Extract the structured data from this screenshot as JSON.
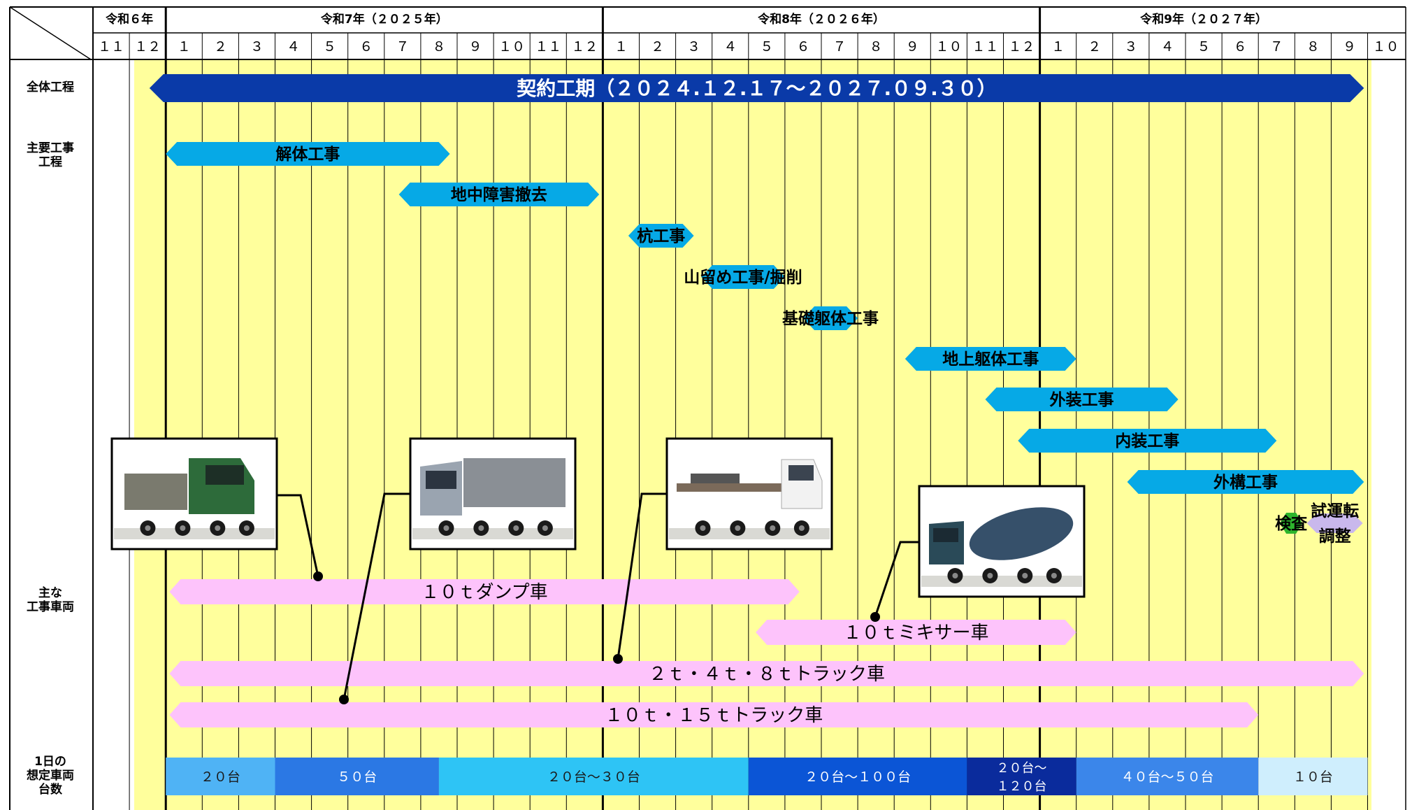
{
  "eras": [
    {
      "label": "令和６年",
      "from": 0,
      "to": 2
    },
    {
      "label": "令和7年（２０２５年）",
      "from": 2,
      "to": 14
    },
    {
      "label": "令和8年（２０２６年）",
      "from": 14,
      "to": 26
    },
    {
      "label": "令和9年（２０２７年）",
      "from": 26,
      "to": 35
    }
  ],
  "months": [
    "１１",
    "１２",
    "１",
    "２",
    "３",
    "４",
    "５",
    "６",
    "７",
    "８",
    "９",
    "１０",
    "１１",
    "１２",
    "１",
    "２",
    "３",
    "４",
    "５",
    "６",
    "７",
    "８",
    "９",
    "１０",
    "１１",
    "１２",
    "１",
    "２",
    "３",
    "４",
    "５",
    "６",
    "７",
    "８",
    "９",
    "１０"
  ],
  "row_labels": {
    "overall": "全体工程",
    "main_work": [
      "主要工事",
      "工程"
    ],
    "vehicles": [
      "主な",
      "工事車両"
    ],
    "daily": [
      "1日の",
      "想定車両",
      "台数"
    ]
  },
  "contract": {
    "label": "契約工期（２０２４.１２.１７～２０２７.０９.３０）",
    "start": 1.55,
    "end": 34.9
  },
  "tasks": [
    {
      "label": "解体工事",
      "start": 2.0,
      "end": 9.8
    },
    {
      "label": "地中障害撤去",
      "start": 8.4,
      "end": 13.9
    },
    {
      "label": "杭工事",
      "start": 14.7,
      "end": 16.5
    },
    {
      "label": "山留め工事/掘削",
      "start": 16.7,
      "end": 19.0
    },
    {
      "label": "基礎躯体工事",
      "start": 19.5,
      "end": 21.0
    },
    {
      "label": "地上躯体工事",
      "start": 22.3,
      "end": 27.0
    },
    {
      "label": "外装工事",
      "start": 24.5,
      "end": 29.8
    },
    {
      "label": "内装工事",
      "start": 25.4,
      "end": 32.5
    },
    {
      "label": "外構工事",
      "start": 28.4,
      "end": 34.9
    }
  ],
  "milestones": [
    {
      "label": "検査",
      "month": 32.9
    },
    {
      "label_lines": [
        "試運転",
        "調整"
      ],
      "month": 34.1
    }
  ],
  "vehicles": [
    {
      "label": "１０ｔダンプ車",
      "start": 2.1,
      "end": 19.4
    },
    {
      "label": "１０ｔミキサー車",
      "start": 18.2,
      "end": 27.0
    },
    {
      "label": "２ｔ・４ｔ・８ｔトラック車",
      "start": 2.1,
      "end": 34.9
    },
    {
      "label": "１０ｔ・１５ｔトラック車",
      "start": 2.1,
      "end": 32.0
    }
  ],
  "truck_photos": [
    {
      "name": "dump-truck-photo"
    },
    {
      "name": "long-trailer-truck-photo"
    },
    {
      "name": "flatbed-truck-photo"
    },
    {
      "name": "mixer-truck-photo"
    }
  ],
  "daily_counts": [
    {
      "label": [
        "２０台"
      ],
      "start": 2.0,
      "end": 5.0,
      "color": "#4fb3f5"
    },
    {
      "label": [
        "５０台"
      ],
      "start": 5.0,
      "end": 9.5,
      "color": "#2b78e4"
    },
    {
      "label": [
        "２０台～３０台"
      ],
      "start": 9.5,
      "end": 18.0,
      "color": "#2ec4f5"
    },
    {
      "label": [
        "２０台～１００台"
      ],
      "start": 18.0,
      "end": 24.0,
      "color": "#0b55d6"
    },
    {
      "label": [
        "２０台～",
        "１２０台"
      ],
      "start": 24.0,
      "end": 27.0,
      "color": "#0a2b9c"
    },
    {
      "label": [
        "４０台～５０台"
      ],
      "start": 27.0,
      "end": 32.0,
      "color": "#3b86ea"
    },
    {
      "label": [
        "１０台"
      ],
      "start": 32.0,
      "end": 35.0,
      "color": "#cfeefd"
    }
  ],
  "colors": {
    "grid_fill": "#ffff9c",
    "contract_bar": "#0a3aa8",
    "task_bar": "#06a9e6",
    "vehicle_bar": "#fdc3fb",
    "milestone_green": "#2db52d",
    "milestone_lavender": "#c9b8ec"
  }
}
